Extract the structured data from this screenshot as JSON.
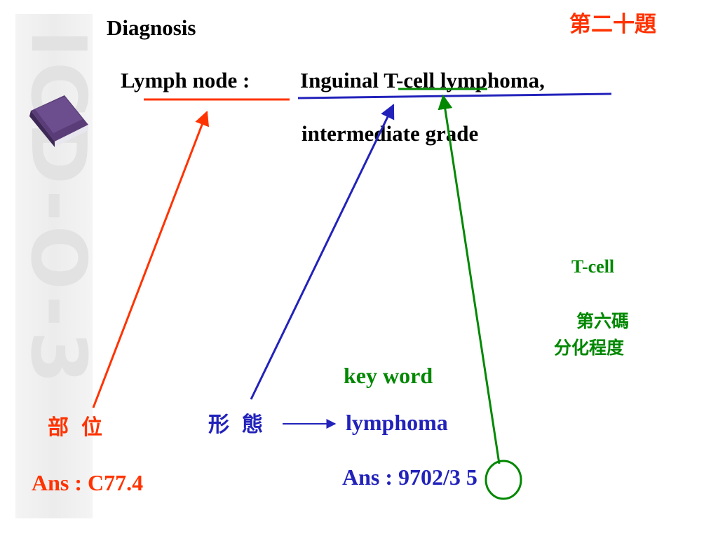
{
  "header": {
    "title": "Diagnosis",
    "question_label": "第二十題"
  },
  "diagnosis": {
    "site_label": "Lymph node :",
    "text_line1": "Inguinal T-cell lymphoma,",
    "text_line2": "intermediate grade"
  },
  "notes": {
    "tcell": "T-cell",
    "sixth_digit": "第六碼",
    "grade": "分化程度"
  },
  "site": {
    "label": "部 位",
    "answer": "Ans : C77.4"
  },
  "morphology": {
    "label": "形 態",
    "keyword_label": "key word",
    "keyword": "lymphoma",
    "answer": "Ans : 9702/3",
    "answer_digit": "5"
  },
  "watermark": {
    "text": "ICD-O-3"
  },
  "colors": {
    "site": "#ff3300",
    "morphology": "#2222bb",
    "grade": "#008800",
    "text": "#000000"
  }
}
